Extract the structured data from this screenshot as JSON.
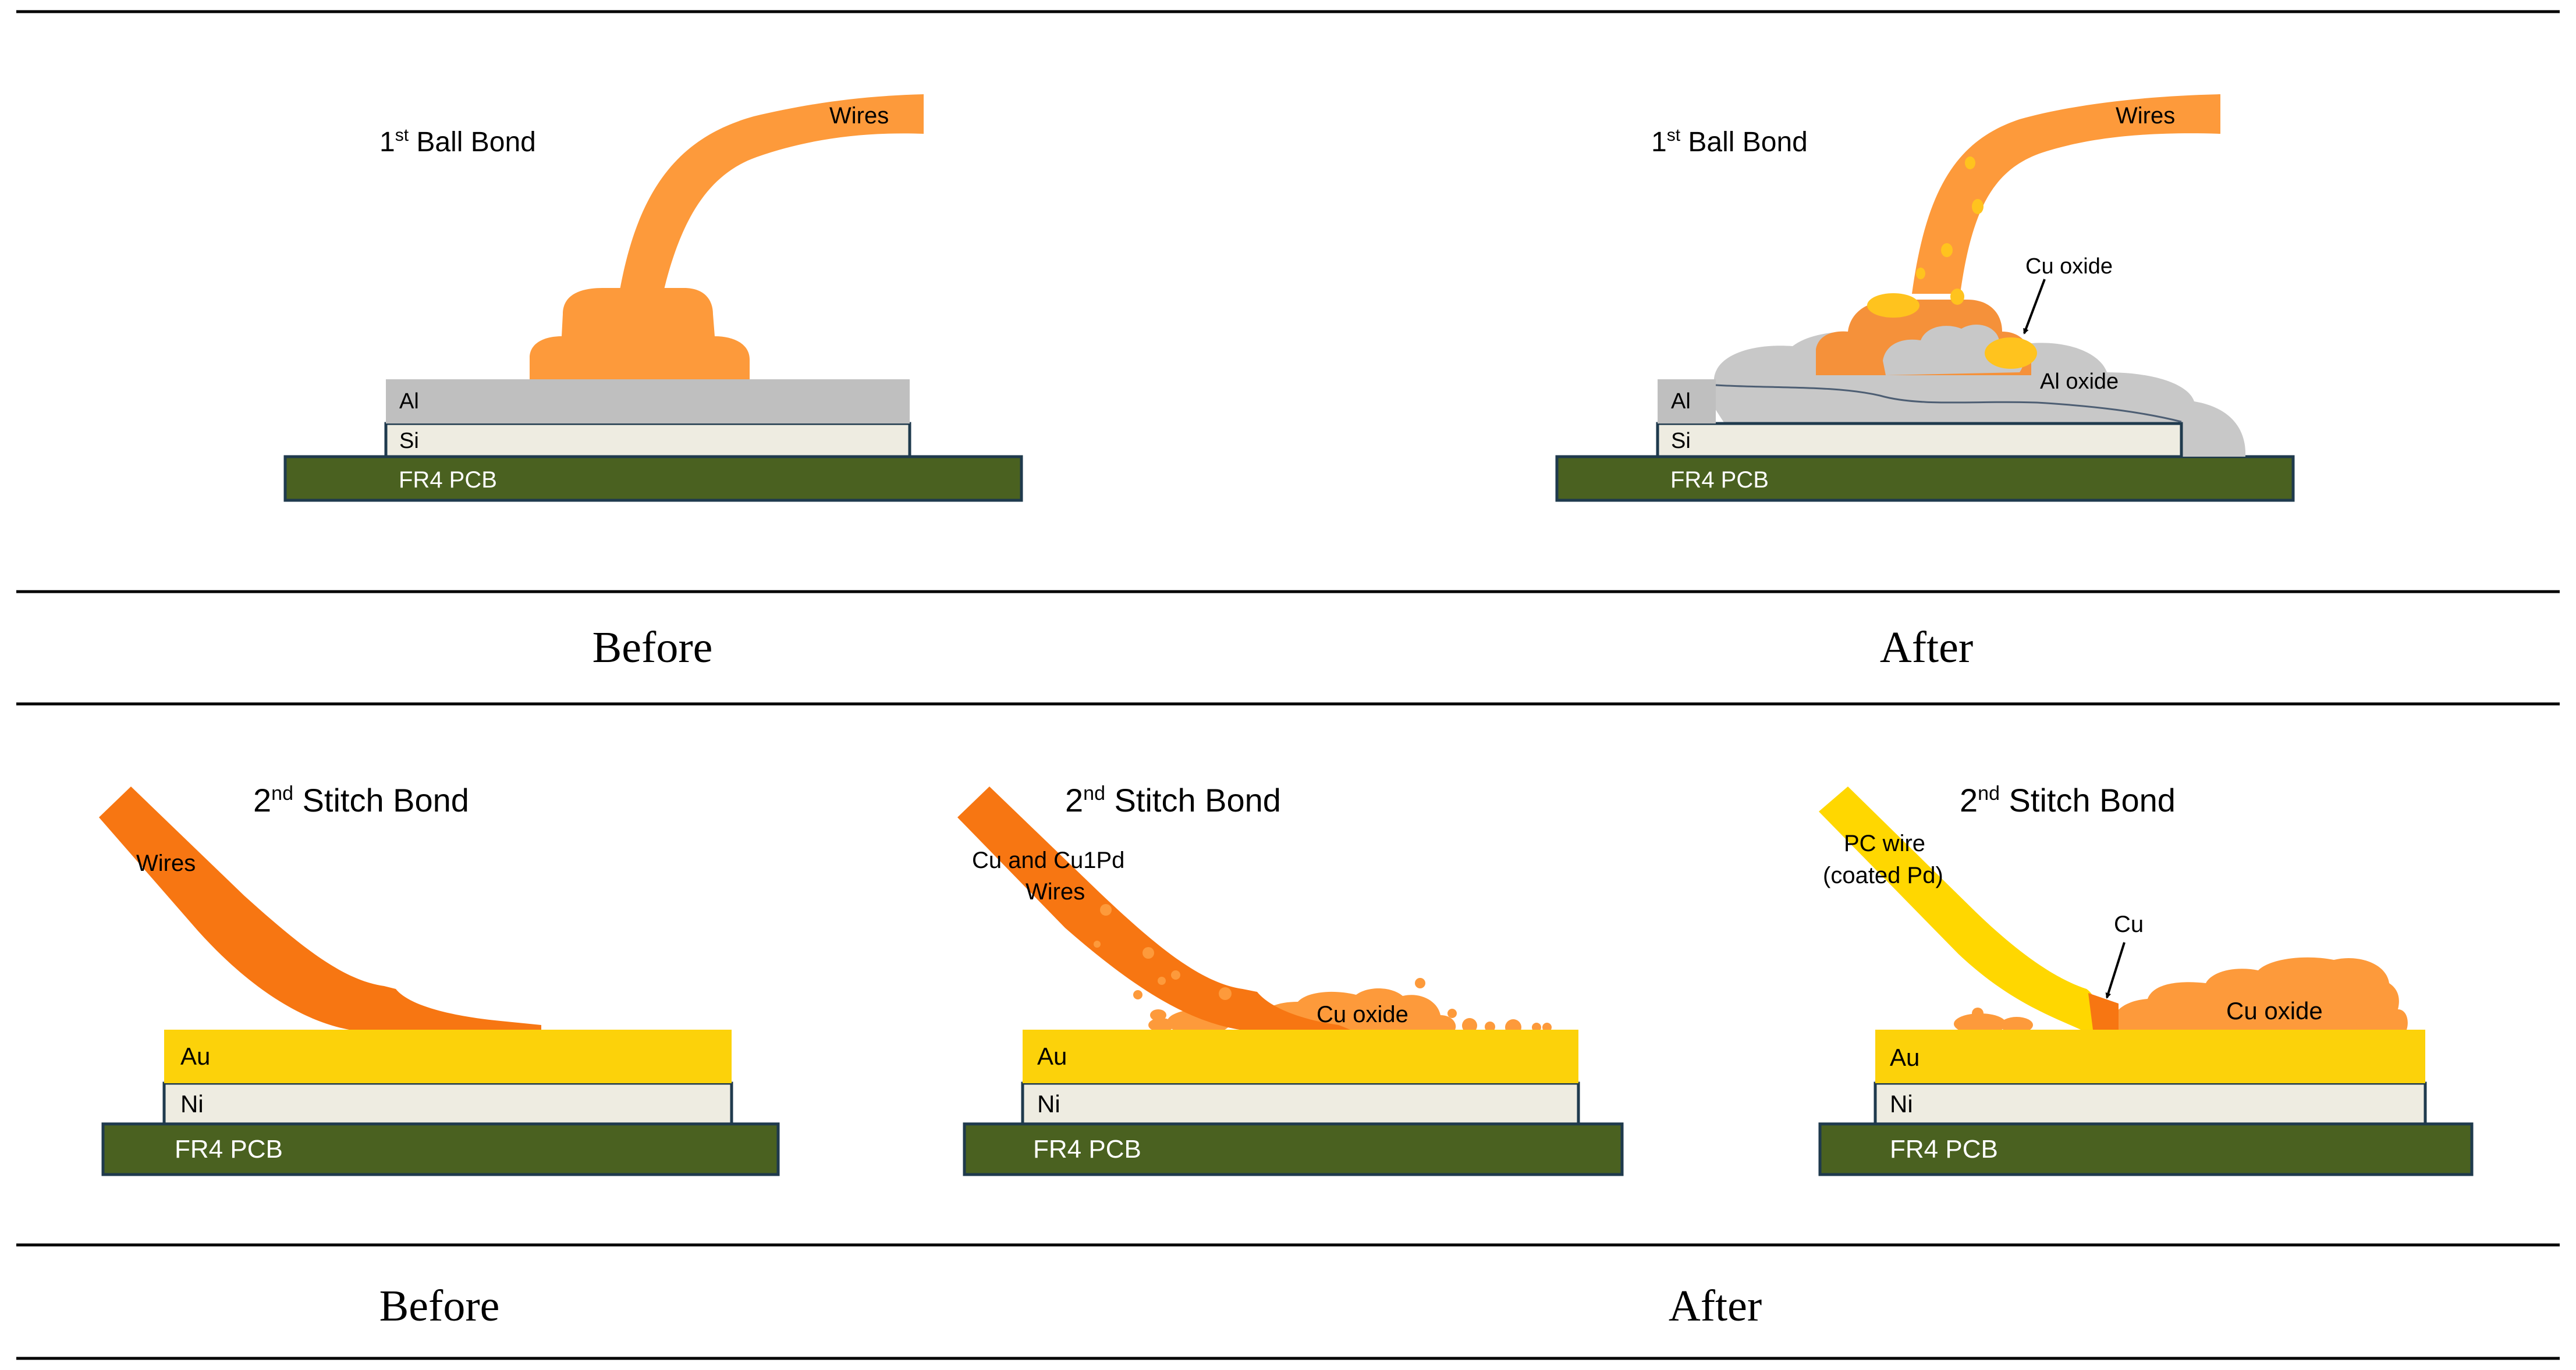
{
  "colors": {
    "wire_orange": "#FD9A3B",
    "wire_dark_orange": "#F77612",
    "pc_wire_yellow": "#FFD700",
    "cu_oxide_yellow": "#FFC31E",
    "al_gray": "#BFBFBF",
    "al_oxide_gray": "#C8C8C8",
    "si_ni_fill": "#EEECE1",
    "au_yellow": "#FCD20A",
    "pcb_green": "#4A6120",
    "outline_navy": "#1F3A4D",
    "rule_black": "#000000"
  },
  "top_row": {
    "before": {
      "title_main": "1",
      "title_sup": "st",
      "title_rest": " Ball Bond",
      "wire_label": "Wires",
      "al_label": "Al",
      "si_label": "Si",
      "pcb_label": "FR4 PCB"
    },
    "after": {
      "title_main": "1",
      "title_sup": "st",
      "title_rest": " Ball Bond",
      "wire_label": "Wires",
      "cu_oxide_label": "Cu oxide",
      "al_oxide_label": "Al oxide",
      "al_label": "Al",
      "si_label": "Si",
      "pcb_label": "FR4 PCB"
    },
    "caption_before": "Before",
    "caption_after": "After"
  },
  "bottom_row": {
    "before": {
      "title_main": "2",
      "title_sup": "nd",
      "title_rest": " Stitch Bond",
      "wire_label": "Wires",
      "au_label": "Au",
      "ni_label": "Ni",
      "pcb_label": "FR4 PCB"
    },
    "after_cu": {
      "title_main": "2",
      "title_sup": "nd",
      "title_rest": " Stitch Bond",
      "wire_label_line1": "Cu and Cu1Pd",
      "wire_label_line2": "Wires",
      "cu_oxide_label": "Cu oxide",
      "au_label": "Au",
      "ni_label": "Ni",
      "pcb_label": "FR4 PCB"
    },
    "after_pc": {
      "title_main": "2",
      "title_sup": "nd",
      "title_rest": " Stitch Bond",
      "wire_label_line1": "PC wire",
      "wire_label_line2": "(coated Pd)",
      "cu_label": "Cu",
      "cu_oxide_label": "Cu oxide",
      "au_label": "Au",
      "ni_label": "Ni",
      "pcb_label": "FR4 PCB"
    },
    "caption_before": "Before",
    "caption_after": "After"
  }
}
